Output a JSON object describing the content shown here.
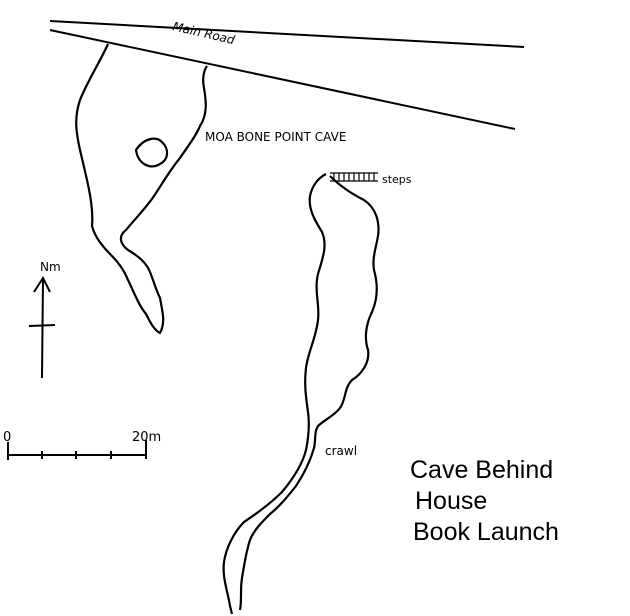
{
  "map": {
    "road_label": "Main Road",
    "cave_label": "MOA BONE POINT CAVE",
    "steps_label": "steps",
    "crawl_label": "crawl",
    "north_label": "Nm",
    "scale_start": "0",
    "scale_end": "20m"
  },
  "caption": {
    "line1": "Cave Behind",
    "line2": "House",
    "line3": "Book Launch"
  },
  "colors": {
    "ink": "#000000",
    "paper": "#ffffff"
  }
}
